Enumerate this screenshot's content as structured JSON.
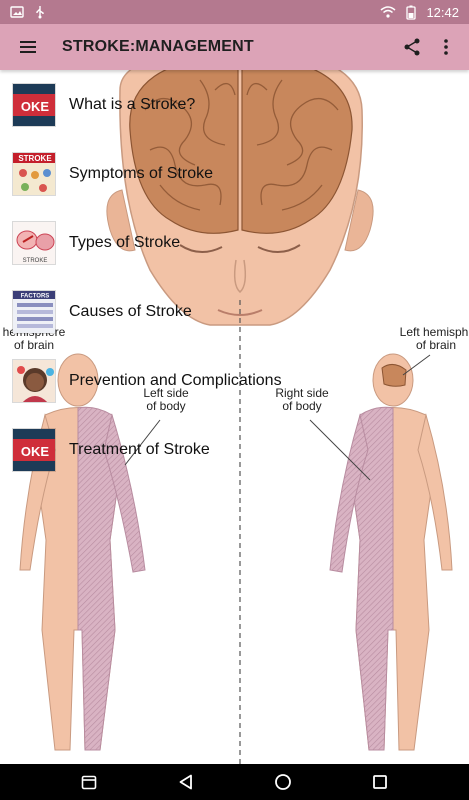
{
  "status_bar": {
    "time": "12:42",
    "icons": [
      "image-icon",
      "usb-icon",
      "wifi-icon",
      "battery-icon"
    ]
  },
  "app_bar": {
    "title": "STROKE:MANAGEMENT",
    "menu_icon": "hamburger-menu-icon",
    "actions": [
      "share-icon",
      "overflow-menu-icon"
    ]
  },
  "colors": {
    "status_bar": "#b4798f",
    "app_bar": "#dca3b7",
    "nav_bar": "#000000",
    "skin": "#f2c2a6",
    "brain": "#c8875c",
    "affected_side": "#c9a0b2"
  },
  "illustration": {
    "labels": {
      "left_side": "Left side\nof body",
      "right_side": "Right side\nof body",
      "left_hemisphere": "Left hemisph\nof brain",
      "right_hemisphere": "hemisphere\nof brain"
    }
  },
  "items": [
    {
      "label": "What is a Stroke?",
      "thumb_text": "OKE"
    },
    {
      "label": "Symptoms of Stroke",
      "thumb_text": "STROKE"
    },
    {
      "label": "Types of Stroke",
      "thumb_text": "STROKE"
    },
    {
      "label": "Causes of Stroke",
      "thumb_text": "FACTORS"
    },
    {
      "label": "Prevention and Complications",
      "thumb_text": ""
    },
    {
      "label": "Treatment of Stroke",
      "thumb_text": "OKE"
    }
  ],
  "nav_bar": {
    "buttons": [
      "recents-screenshot-icon",
      "back-icon",
      "home-icon",
      "overview-icon"
    ]
  }
}
